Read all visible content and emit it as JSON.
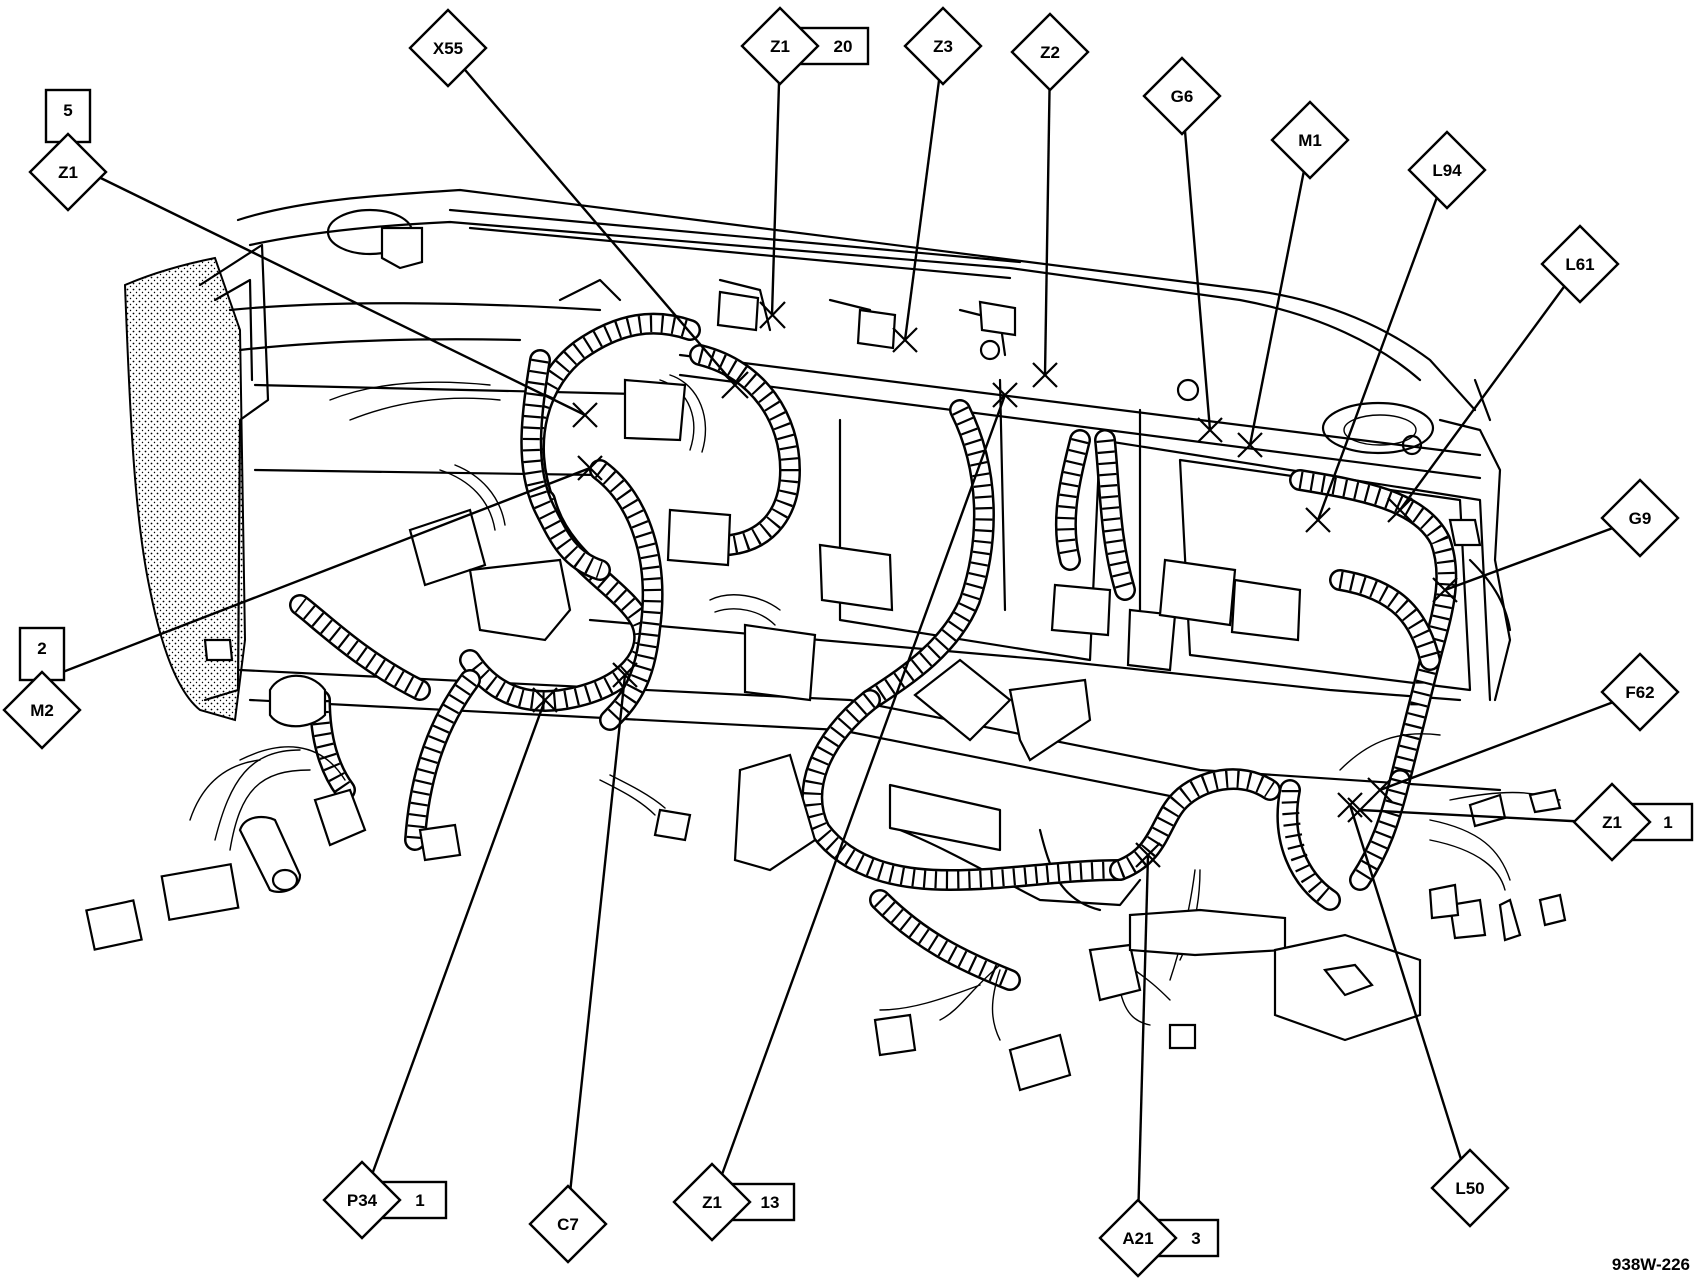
{
  "figure_number": "938W-226",
  "callouts": [
    {
      "code": "X55"
    },
    {
      "code": "Z1",
      "count": "20"
    },
    {
      "code": "Z3"
    },
    {
      "code": "Z2"
    },
    {
      "code": "G6"
    },
    {
      "code": "M1"
    },
    {
      "code": "L94"
    },
    {
      "code": "L61"
    },
    {
      "code": "G9"
    },
    {
      "code": "Z1",
      "count": "5"
    },
    {
      "code": "M2",
      "count": "2"
    },
    {
      "code": "F62"
    },
    {
      "code": "Z1",
      "count": "1"
    },
    {
      "code": "P34",
      "count": "1"
    },
    {
      "code": "C7"
    },
    {
      "code": "Z1",
      "count": "13"
    },
    {
      "code": "A21",
      "count": "3"
    },
    {
      "code": "L50"
    }
  ]
}
